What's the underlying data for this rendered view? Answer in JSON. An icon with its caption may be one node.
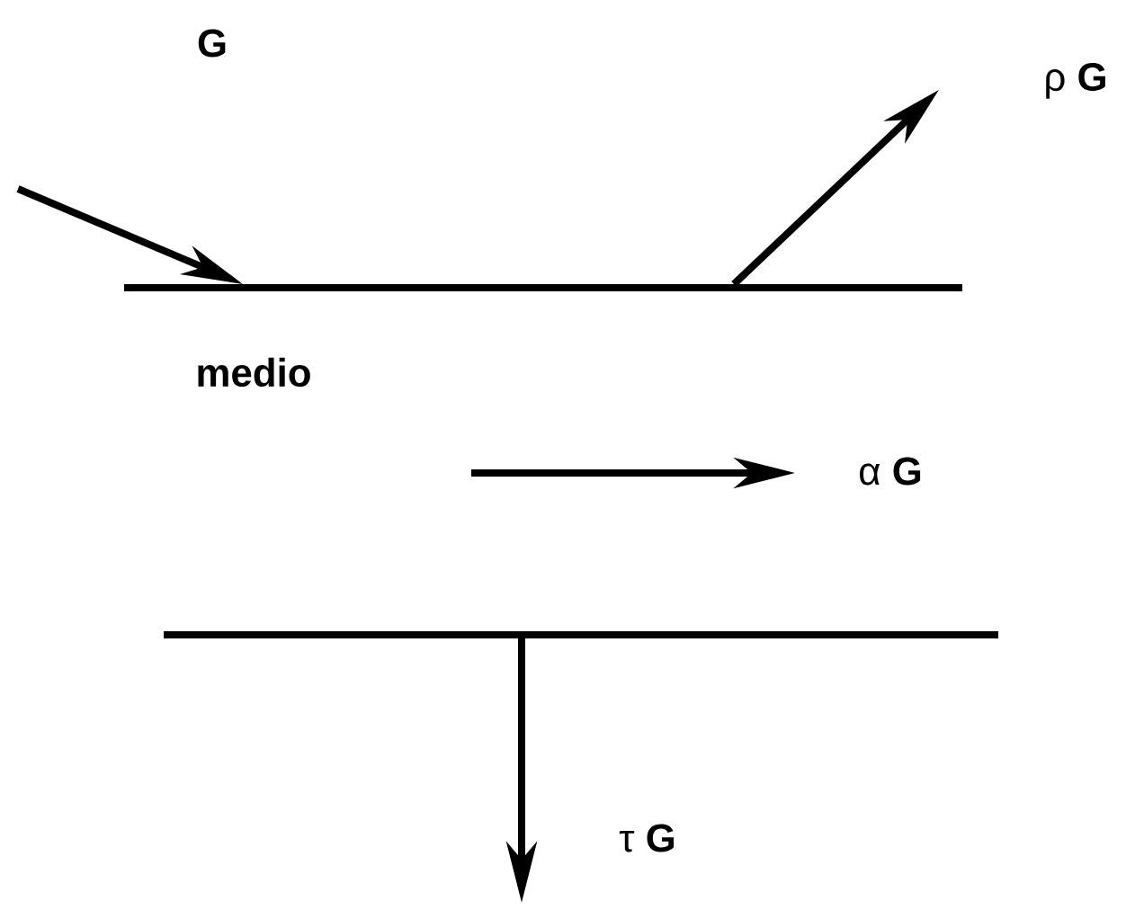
{
  "diagram": {
    "nodes": [
      {
        "text": [],
        "shape": "bar"
      },
      {
        "text": [],
        "shape": "bar"
      }
    ],
    "edges": [
      {
        "from": null,
        "to": 0,
        "arrow": "to",
        "label": "G"
      },
      {
        "from": 0,
        "to": null,
        "arrow": "to",
        "label": "ρ **G**"
      },
      {
        "from": 1,
        "to": null,
        "arrow": "to",
        "label": "τ **G**"
      }
    ],
    "labels": [
      "medio",
      "α **G**"
    ]
  }
}
